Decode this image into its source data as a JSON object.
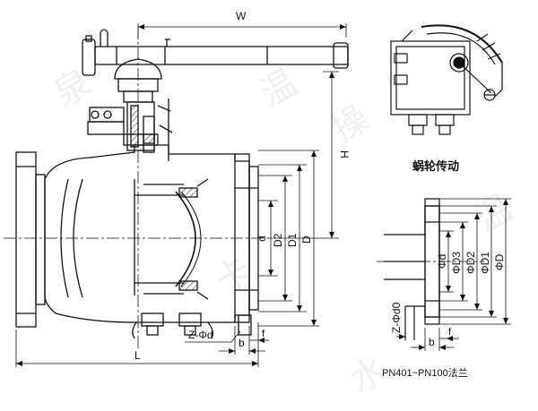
{
  "labels": {
    "W": "W",
    "H": "H",
    "L": "L",
    "d": "d",
    "D2": "D2",
    "D1": "D1",
    "D": "D",
    "Zphid": "Z-Φd",
    "b": "b",
    "f": "f",
    "phid": "Φd",
    "phiD3": "ΦD3",
    "phiD2": "ΦD2",
    "phiD1": "ΦD1",
    "phiD": "ΦD",
    "Zphid0": "Z-Φd0",
    "b2": "b",
    "f2": "f"
  },
  "captions": {
    "worm_gear": "蜗轮传动",
    "flange_note": "PN401~PN100法兰"
  },
  "watermark": {
    "text1": "泉",
    "text2": "温",
    "text3": "卡",
    "text4": "操",
    "text5": "水",
    "text6": "温"
  }
}
